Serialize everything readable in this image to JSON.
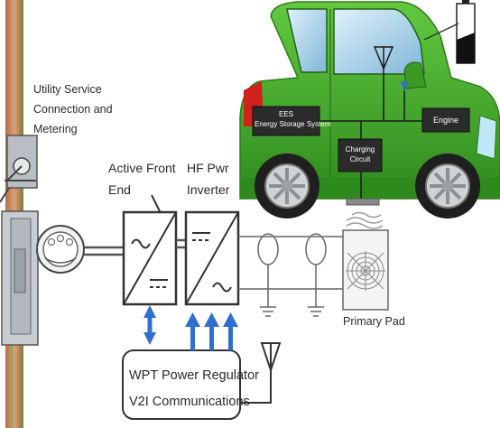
{
  "diagram": {
    "utility_label": [
      "Utility Service",
      "Connection and",
      "Metering"
    ],
    "active_front_end_label": [
      "Active Front",
      "End"
    ],
    "hf_inverter_label": [
      "HF Pwr",
      "Inverter"
    ],
    "primary_pad_label": "Primary Pad",
    "regulator_label": [
      "WPT Power Regulator",
      "V2I Communications"
    ],
    "car": {
      "ees_label": [
        "EES",
        "Energy Storage System"
      ],
      "charging_label": [
        "Charging",
        "Circuit"
      ],
      "engine_label": "Engine"
    }
  },
  "colors": {
    "car_body": "#43b02a",
    "car_dark": "#2d7d1a",
    "module": "#2b2b2b",
    "arrow_blue": "#2f6fd1",
    "diamond_blue": "#2f6fd1",
    "pole": "#c88a5a",
    "line": "#555555"
  },
  "icons": {
    "utility_meter": "meter-icon",
    "antenna": "antenna-icon",
    "battery": "battery-level-icon",
    "coil": "coil-pad-icon"
  }
}
